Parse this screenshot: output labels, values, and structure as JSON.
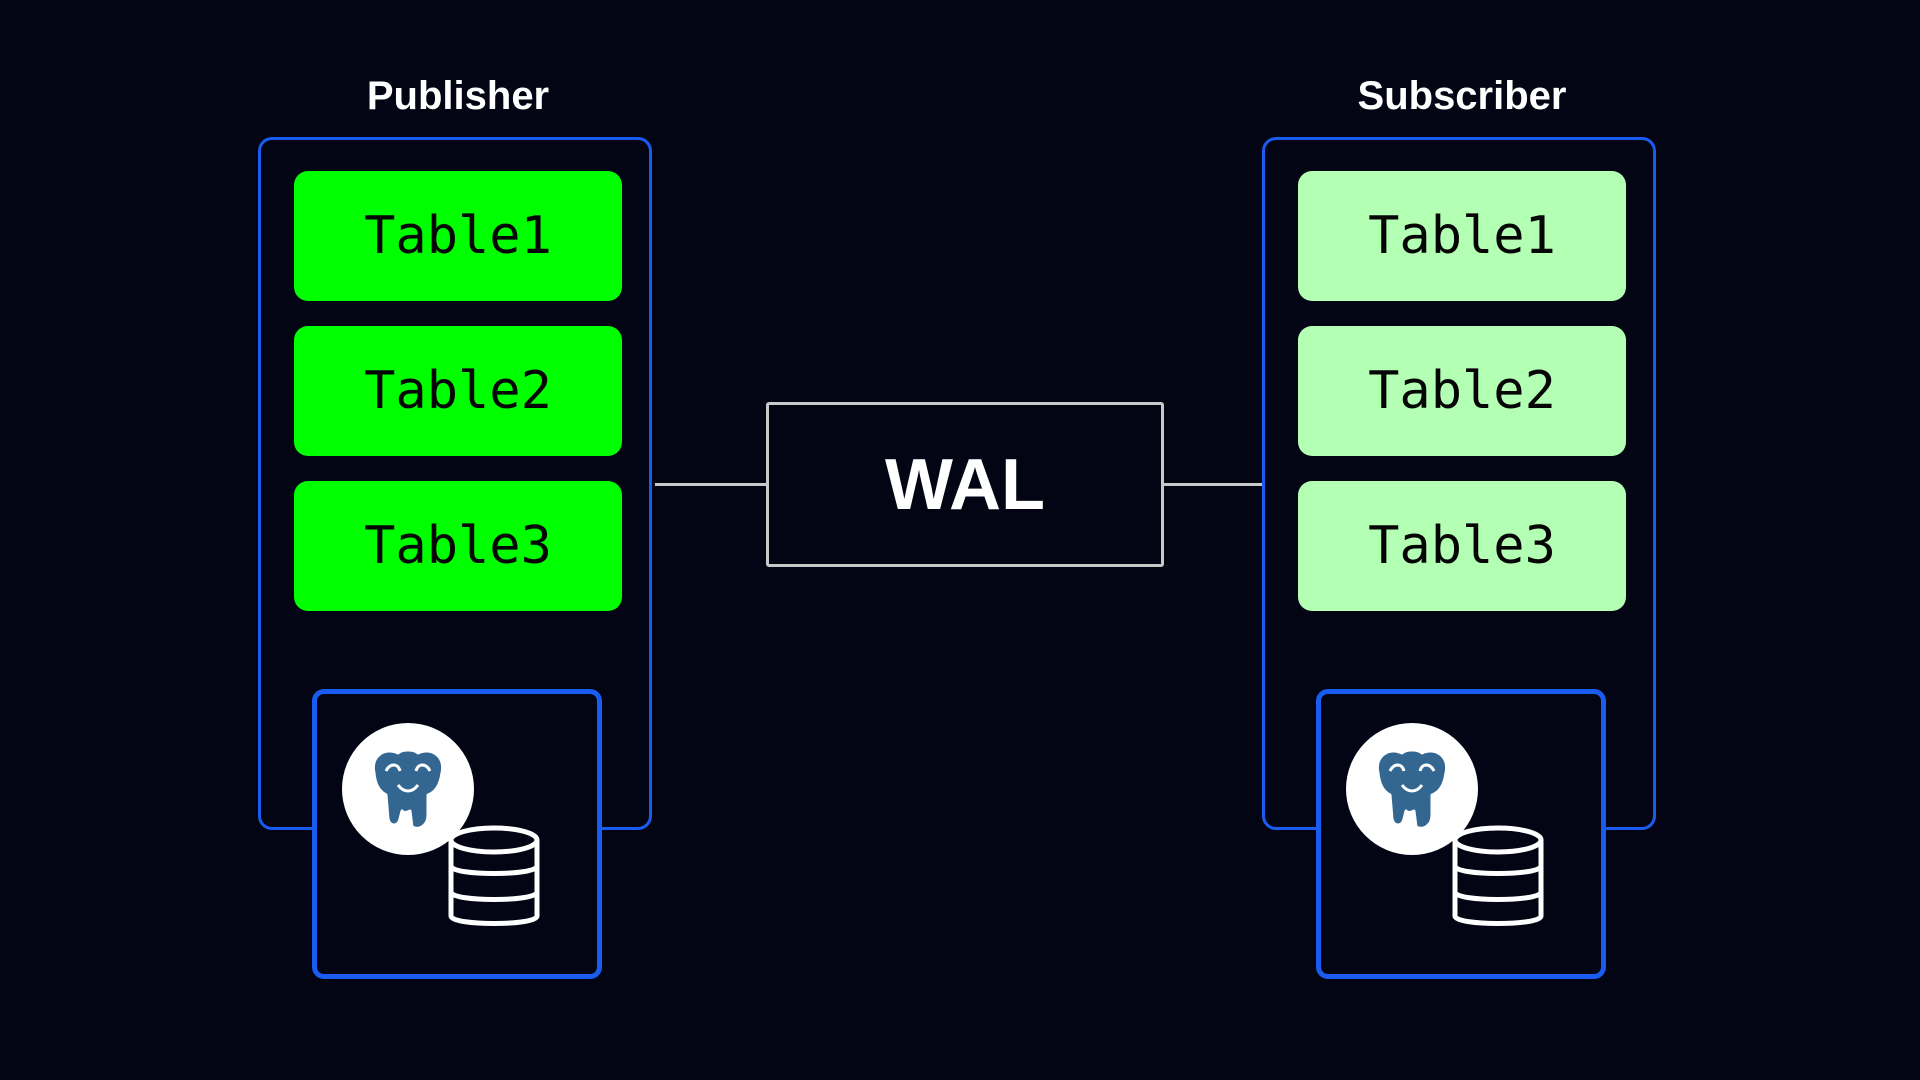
{
  "publisher": {
    "title": "Publisher",
    "tables": [
      "Table1",
      "Table2",
      "Table3"
    ],
    "table_color": "#00ff00"
  },
  "subscriber": {
    "title": "Subscriber",
    "tables": [
      "Table1",
      "Table2",
      "Table3"
    ],
    "table_color": "#b3ffb3"
  },
  "wal": {
    "label": "WAL"
  },
  "colors": {
    "background": "#030515",
    "frame_border": "#1a5cf0",
    "connector": "#c8c8c8",
    "postgres_blue": "#336791"
  },
  "icons": {
    "database": "postgresql-elephant-icon",
    "storage": "database-stack-icon"
  }
}
